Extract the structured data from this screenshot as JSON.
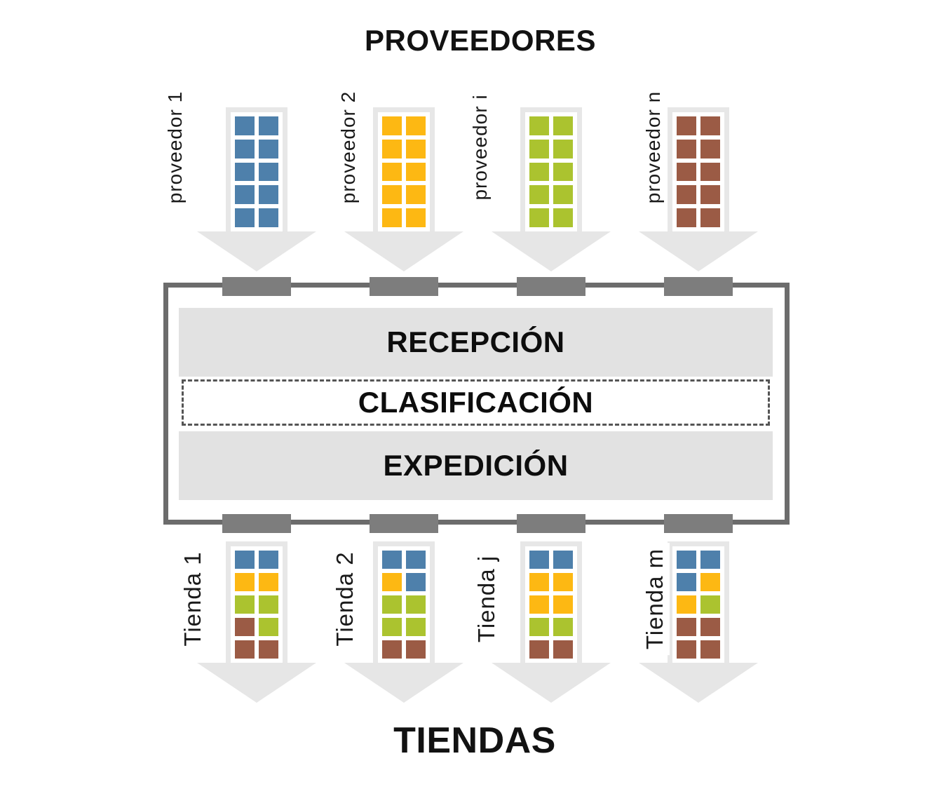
{
  "titles": {
    "top": "PROVEEDORES",
    "bottom": "TIENDAS"
  },
  "warehouse": {
    "zones": [
      {
        "label": "RECEPCIÓN"
      },
      {
        "label": "CLASIFICACIÓN"
      },
      {
        "label": "EXPEDICIÓN"
      }
    ]
  },
  "colors": {
    "blue": "#4E80AB",
    "yellow": "#FDB813",
    "green": "#ABC32F",
    "brown": "#9B5B45",
    "arrow_gray": "#E7E7E7",
    "band_gray": "#E2E2E2",
    "door_gray": "#7D7D7D",
    "border_gray": "#6C6C6C"
  },
  "suppliers": [
    {
      "label": "proveedor 1",
      "pallet": [
        "blue",
        "blue",
        "blue",
        "blue",
        "blue",
        "blue",
        "blue",
        "blue",
        "blue",
        "blue"
      ]
    },
    {
      "label": "proveedor 2",
      "pallet": [
        "yellow",
        "yellow",
        "yellow",
        "yellow",
        "yellow",
        "yellow",
        "yellow",
        "yellow",
        "yellow",
        "yellow"
      ]
    },
    {
      "label": "proveedor i",
      "pallet": [
        "green",
        "green",
        "green",
        "green",
        "green",
        "green",
        "green",
        "green",
        "green",
        "green"
      ]
    },
    {
      "label": "proveedor n",
      "pallet": [
        "brown",
        "brown",
        "brown",
        "brown",
        "brown",
        "brown",
        "brown",
        "brown",
        "brown",
        "brown"
      ]
    }
  ],
  "stores": [
    {
      "label": "Tienda 1",
      "pallet": [
        "blue",
        "blue",
        "yellow",
        "yellow",
        "green",
        "green",
        "brown",
        "green",
        "brown",
        "brown"
      ]
    },
    {
      "label": "Tienda 2",
      "pallet": [
        "blue",
        "blue",
        "yellow",
        "blue",
        "green",
        "green",
        "green",
        "green",
        "brown",
        "brown"
      ]
    },
    {
      "label": "Tienda j",
      "pallet": [
        "blue",
        "blue",
        "yellow",
        "yellow",
        "yellow",
        "yellow",
        "green",
        "green",
        "brown",
        "brown"
      ]
    },
    {
      "label": "Tienda m",
      "pallet": [
        "blue",
        "blue",
        "blue",
        "yellow",
        "yellow",
        "green",
        "brown",
        "brown",
        "brown",
        "brown"
      ]
    }
  ]
}
